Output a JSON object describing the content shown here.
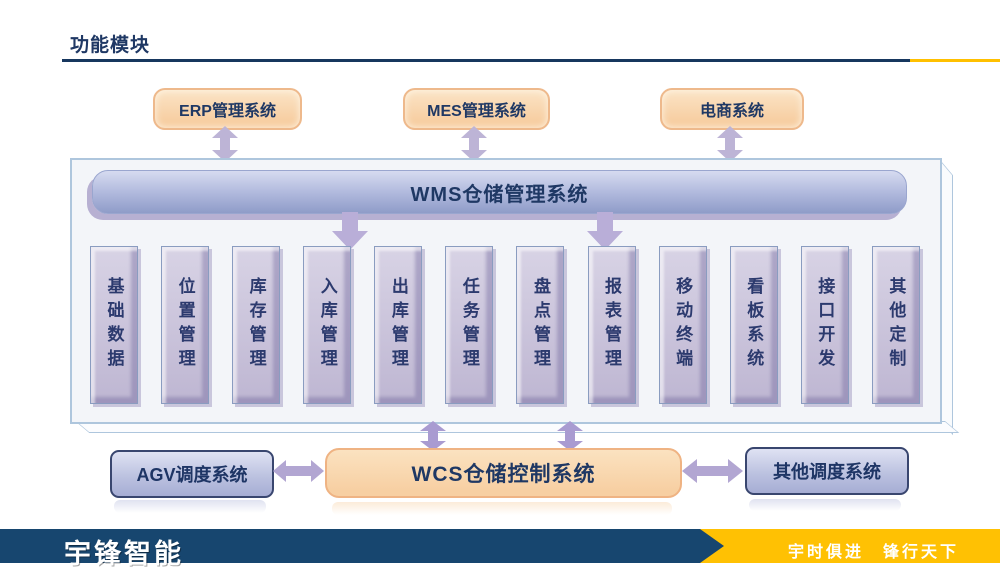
{
  "page": {
    "title": "功能模块"
  },
  "colors": {
    "navy_text": "#1f3864",
    "divider_navy": "#17375e",
    "divider_yellow": "#ffc000",
    "orange_box_fill": "#f7cda0",
    "orange_box_border": "#eeb98c",
    "wms_bar_fill": "#8f9cc8",
    "module_fill": "#beb6d2",
    "arrow_lavender": "#bdb4d6",
    "arrow_purple": "#a99bd1",
    "control_box_fill": "#a6add4",
    "control_box_border": "#39466f",
    "footer_navy": "#17466f",
    "footer_yellow": "#ffc103"
  },
  "top_systems": [
    {
      "label": "ERP管理系统"
    },
    {
      "label": "MES管理系统"
    },
    {
      "label": "电商系统"
    }
  ],
  "wms": {
    "title": "WMS仓储管理系统"
  },
  "modules": {
    "items": [
      "基础数据",
      "位置管理",
      "库存管理",
      "入库管理",
      "出库管理",
      "任务管理",
      "盘点管理",
      "报表管理",
      "移动终端",
      "看板系统",
      "接口开发",
      "其他定制"
    ]
  },
  "bottom": {
    "agv": "AGV调度系统",
    "wcs": "WCS仓储控制系统",
    "other": "其他调度系统"
  },
  "footer": {
    "logo": "宇锋智能",
    "slogan": "宇时俱进　锋行天下"
  }
}
